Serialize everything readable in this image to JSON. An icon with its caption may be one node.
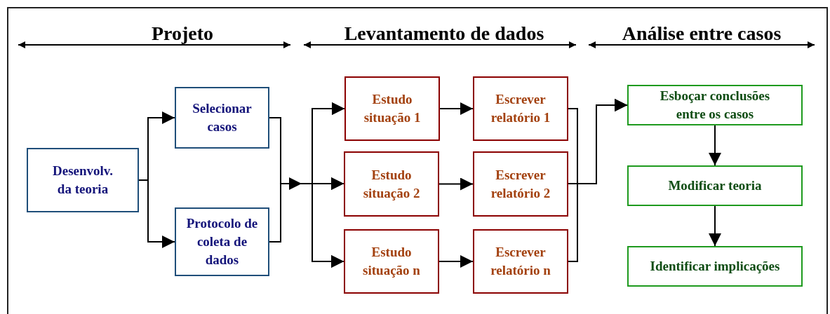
{
  "diagram": {
    "nodes": [
      {
        "text": [
          "Desenvolv. da teoria"
        ]
      },
      {
        "text": [
          "Selecionar casos"
        ]
      },
      {
        "text": [
          "Protocolo de coleta de dados"
        ]
      },
      {
        "text": [
          "Estudo situação 1"
        ]
      },
      {
        "text": [
          "Estudo situação 2"
        ]
      },
      {
        "text": [
          "Estudo situação n"
        ]
      },
      {
        "text": [
          "Escrever relatório 1"
        ]
      },
      {
        "text": [
          "Escrever relatório 2"
        ]
      },
      {
        "text": [
          "Escrever relatório n"
        ]
      },
      {
        "text": [
          "Esboçar conclusões entre os casos"
        ]
      },
      {
        "text": [
          "Modificar teoria"
        ]
      },
      {
        "text": [
          "Identificar implicações"
        ]
      }
    ],
    "edges": [
      {
        "from": 0,
        "to": 1,
        "arrow": "to"
      },
      {
        "from": 0,
        "to": 2,
        "arrow": "to"
      },
      {
        "from": 1,
        "to": 3,
        "arrow": "to"
      },
      {
        "from": 1,
        "to": 4,
        "arrow": "to"
      },
      {
        "from": 1,
        "to": 5,
        "arrow": "to"
      },
      {
        "from": 2,
        "to": 3,
        "arrow": "to"
      },
      {
        "from": 2,
        "to": 4,
        "arrow": "to"
      },
      {
        "from": 2,
        "to": 5,
        "arrow": "to"
      },
      {
        "from": 3,
        "to": 6,
        "arrow": "to"
      },
      {
        "from": 4,
        "to": 7,
        "arrow": "to"
      },
      {
        "from": 5,
        "to": 8,
        "arrow": "to"
      },
      {
        "from": 6,
        "to": 9,
        "arrow": "to"
      },
      {
        "from": 7,
        "to": 9,
        "arrow": "to"
      },
      {
        "from": 8,
        "to": 9,
        "arrow": "to"
      },
      {
        "from": 9,
        "to": 10,
        "arrow": "to"
      },
      {
        "from": 10,
        "to": 11,
        "arrow": "to"
      }
    ],
    "labels": [
      "Projeto",
      "Levantamento de dados",
      "Análise entre casos"
    ]
  }
}
